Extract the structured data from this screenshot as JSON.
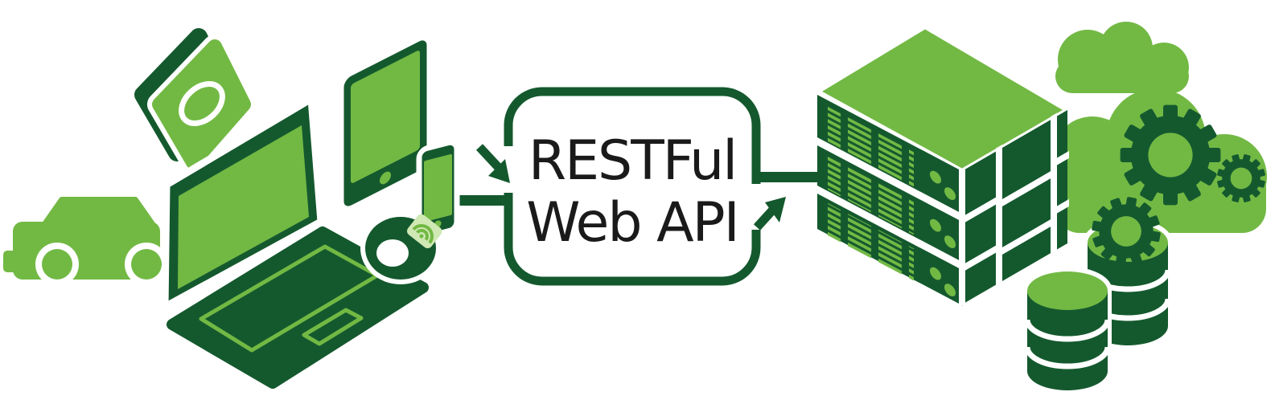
{
  "bubble": {
    "line1": "RESTFul",
    "line2": "Web API"
  },
  "colors": {
    "light_green": "#72B944",
    "dark_green": "#14592E",
    "pale_green": "#CFE8B4",
    "text_black": "#1A1A1A",
    "white": "#FFFFFF"
  },
  "components": {
    "clients": [
      "car-icon",
      "app-tile-icon",
      "laptop-icon",
      "tablet-icon",
      "smartphone-icon",
      "smartwatch-icon"
    ],
    "middle": [
      "speech-bubble",
      "request-arrow",
      "response-arrow",
      "client-connector-line",
      "server-connector-line"
    ],
    "backend": [
      "server-rack-icon",
      "cloud-icon",
      "cloud-with-gears-icon",
      "gear-icon",
      "database-stack-icon"
    ]
  }
}
